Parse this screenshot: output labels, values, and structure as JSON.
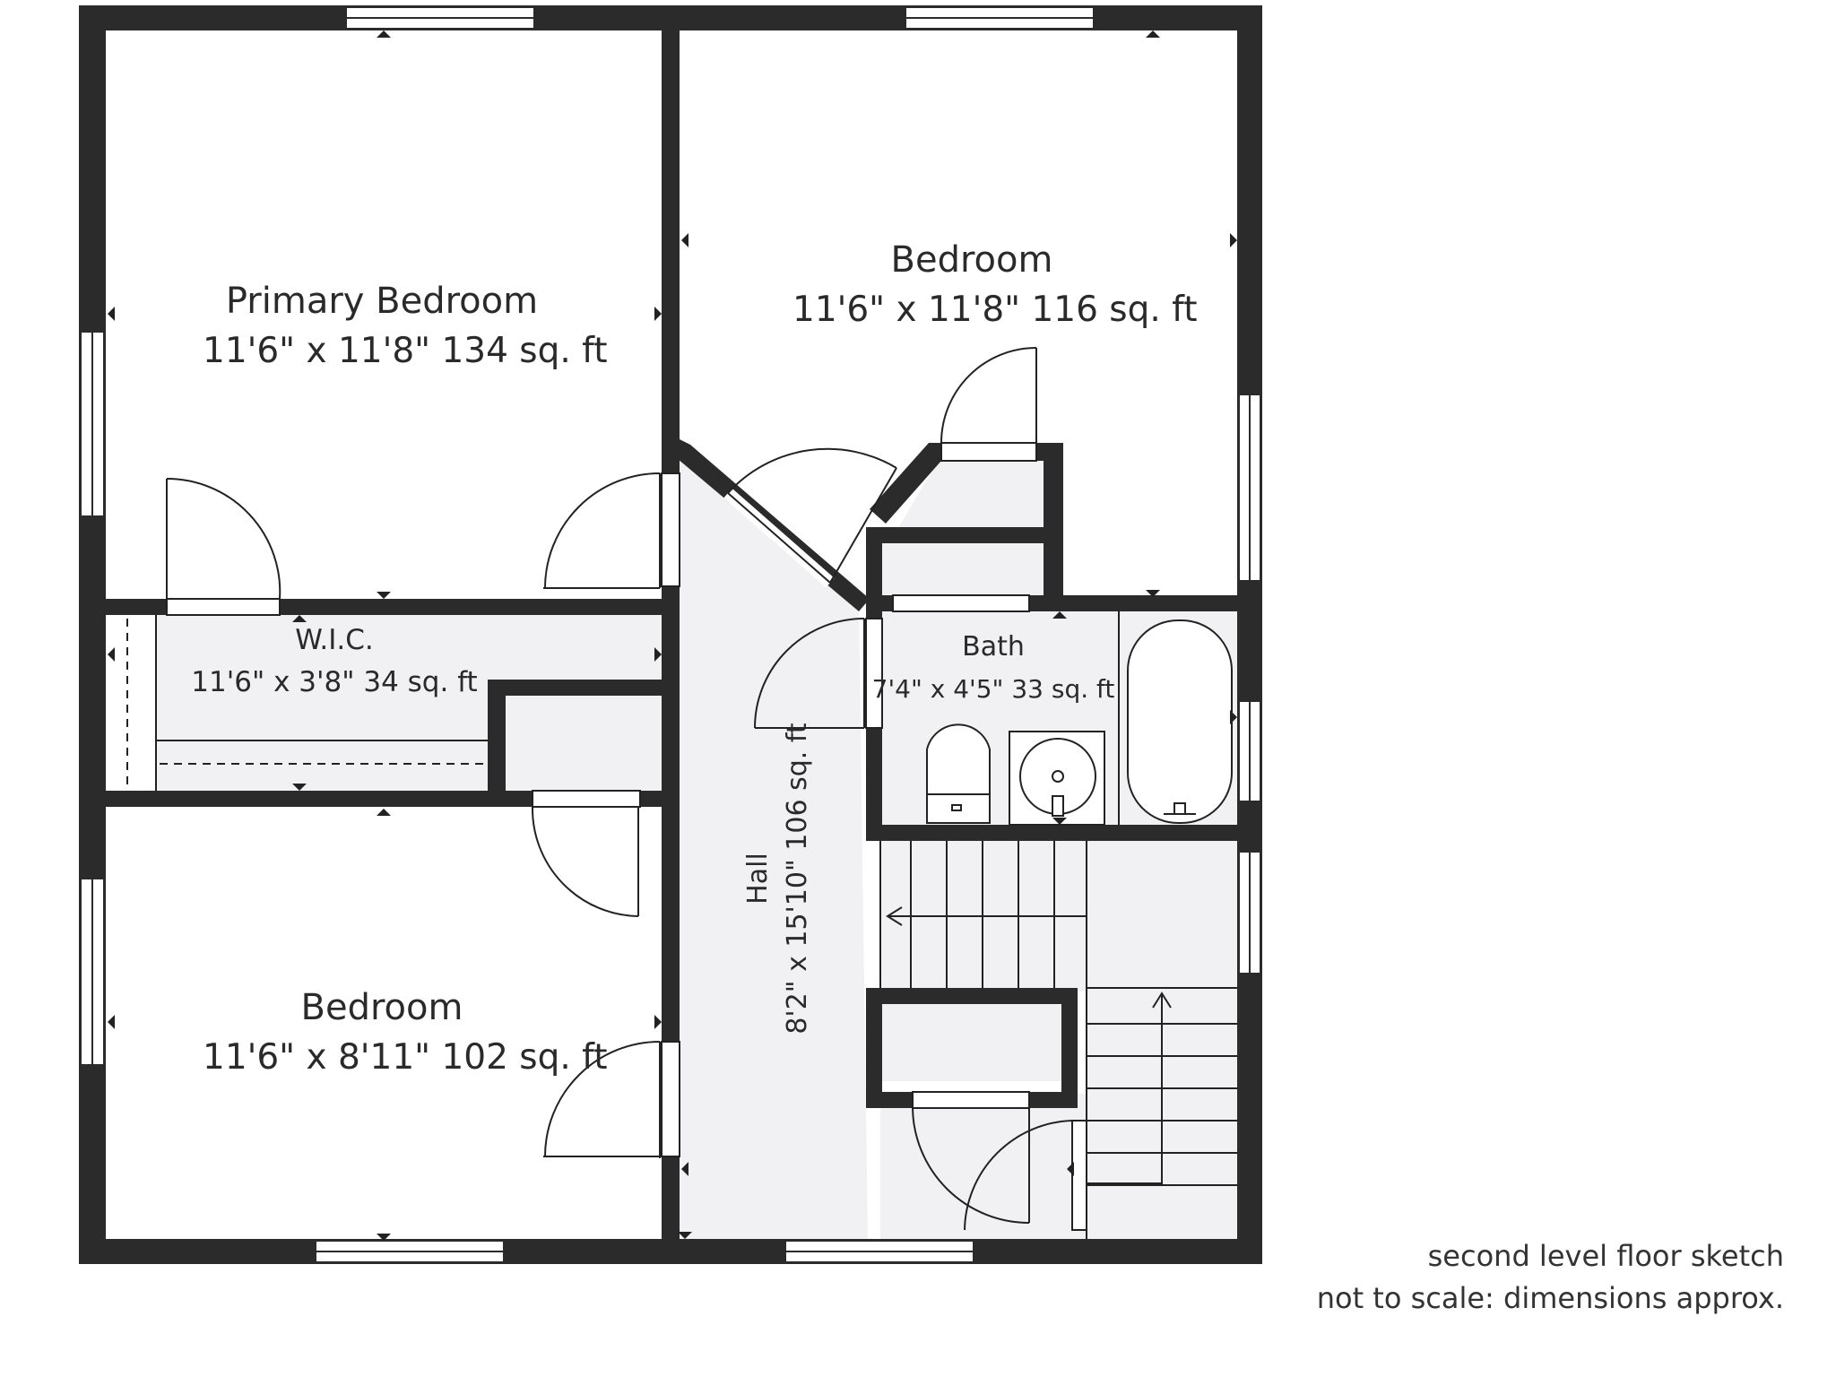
{
  "rooms": {
    "primary_bedroom": {
      "name": "Primary Bedroom",
      "dims": "11'6\" x 11'8\" 134 sq. ft"
    },
    "bedroom_2": {
      "name": "Bedroom",
      "dims": "11'6\" x 11'8\" 116 sq. ft"
    },
    "wic": {
      "name": "W.I.C.",
      "dims": "11'6\" x 3'8\" 34 sq. ft"
    },
    "bath": {
      "name": "Bath",
      "dims": "7'4\" x 4'5\" 33 sq. ft"
    },
    "hall": {
      "name": "Hall",
      "dims": "8'2\" x 15'10\" 106 sq. ft"
    },
    "bedroom_3": {
      "name": "Bedroom",
      "dims": "11'6\" x 8'11\" 102 sq. ft"
    }
  },
  "notes": {
    "line1": "second level floor sketch",
    "line2": "not to scale: dimensions approx."
  },
  "colors": {
    "wall": "#2b2b2b",
    "floor_fill": "#f1f1f3",
    "line": "#222222"
  },
  "icons": [
    "door-swing-icon",
    "window-icon",
    "toilet-icon",
    "sink-icon",
    "bathtub-icon",
    "stairs-arrow-icon",
    "measure-marker-icon"
  ]
}
